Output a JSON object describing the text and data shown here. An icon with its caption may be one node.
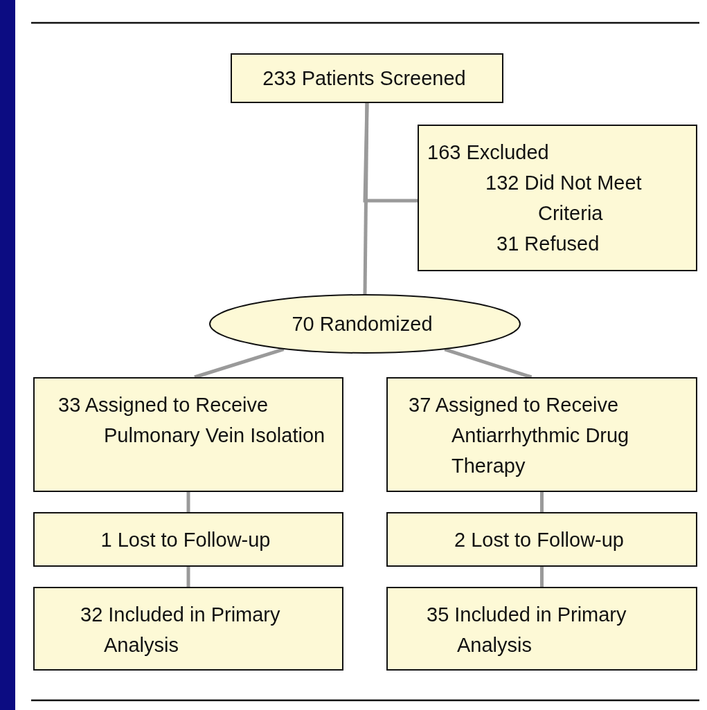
{
  "diagram": {
    "nodes": [
      {
        "text": [
          "233 Patients Screened"
        ]
      },
      {
        "text": [
          "163 Excluded",
          "132 Did Not Meet Criteria",
          "31 Refused"
        ]
      },
      {
        "text": [
          "70 Randomized"
        ]
      },
      {
        "text": [
          "33 Assigned to Receive Pulmonary Vein Isolation"
        ]
      },
      {
        "text": [
          "37 Assigned to Receive Antiarrhythmic Drug Therapy"
        ]
      },
      {
        "text": [
          "1 Lost to Follow-up"
        ]
      },
      {
        "text": [
          "2 Lost to Follow-up"
        ]
      },
      {
        "text": [
          "32 Included in Primary Analysis"
        ]
      },
      {
        "text": [
          "35 Included in Primary Analysis"
        ]
      }
    ],
    "edges": [
      {
        "from": 0,
        "to": 1,
        "arrow": "none"
      },
      {
        "from": 0,
        "to": 2,
        "arrow": "none"
      },
      {
        "from": 2,
        "to": 3,
        "arrow": "none"
      },
      {
        "from": 2,
        "to": 4,
        "arrow": "none"
      },
      {
        "from": 3,
        "to": 5,
        "arrow": "none"
      },
      {
        "from": 5,
        "to": 7,
        "arrow": "none"
      },
      {
        "from": 4,
        "to": 6,
        "arrow": "none"
      },
      {
        "from": 6,
        "to": 8,
        "arrow": "none"
      }
    ]
  }
}
